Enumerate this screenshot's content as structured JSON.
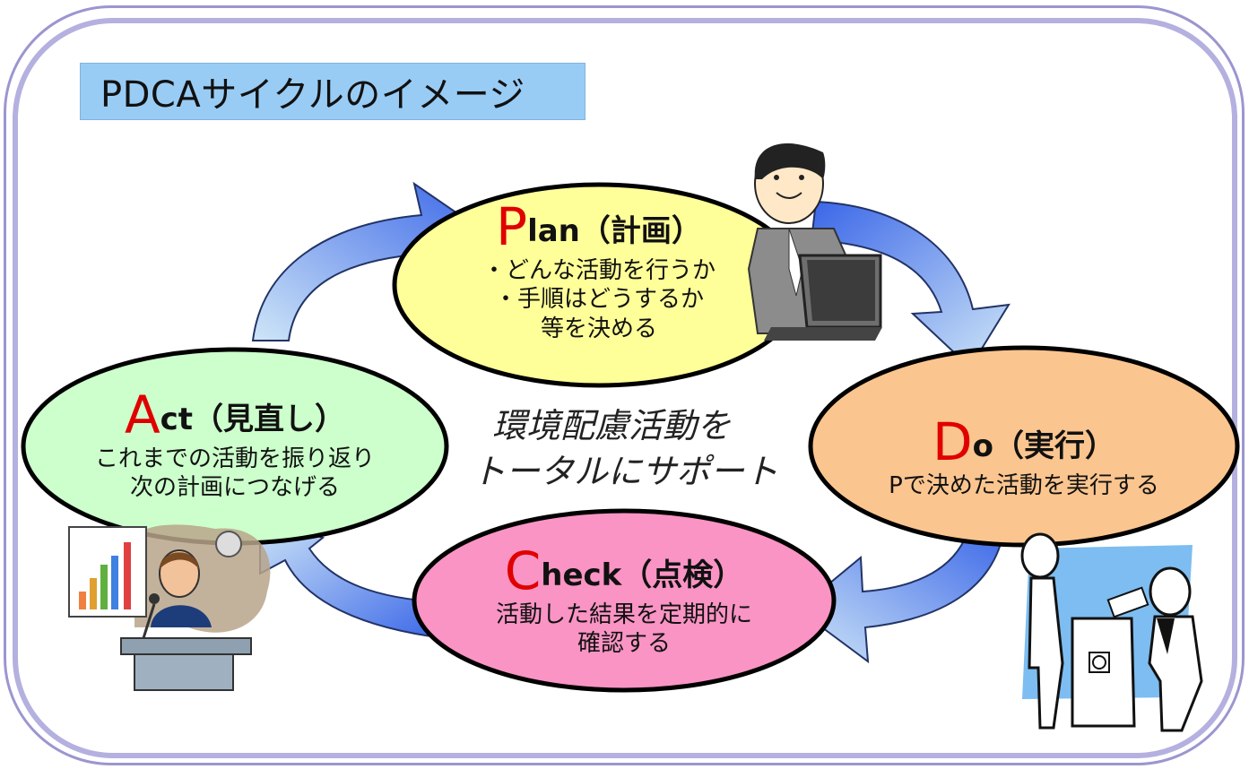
{
  "title": "PDCAサイクルのイメージ",
  "center": {
    "line1": "環境配慮活動を",
    "line2": "トータルにサポート"
  },
  "plan": {
    "letter": "P",
    "rest": "lan（計画）",
    "lines": [
      "・どんな活動を行うか",
      "・手順はどうするか",
      "等を決める"
    ]
  },
  "do": {
    "letter": "D",
    "rest": "o（実行）",
    "lines": [
      "Pで決めた活動を実行する"
    ]
  },
  "check": {
    "letter": "C",
    "rest": "heck（点検）",
    "lines": [
      "活動した結果を定期的に",
      "確認する"
    ]
  },
  "act": {
    "letter": "A",
    "rest": "ct（見直し）",
    "lines": [
      "これまでの活動を振り返り",
      "次の計画につなげる"
    ]
  },
  "colors": {
    "plan_fill": "#ffff99",
    "do_fill": "#fbc58f",
    "check_fill": "#f994c4",
    "act_fill": "#ccffcc",
    "accent_letter": "#e00000",
    "title_bg": "#99ccf5",
    "arrow_dark": "#3a66e8",
    "arrow_light": "#cfe6f7"
  }
}
